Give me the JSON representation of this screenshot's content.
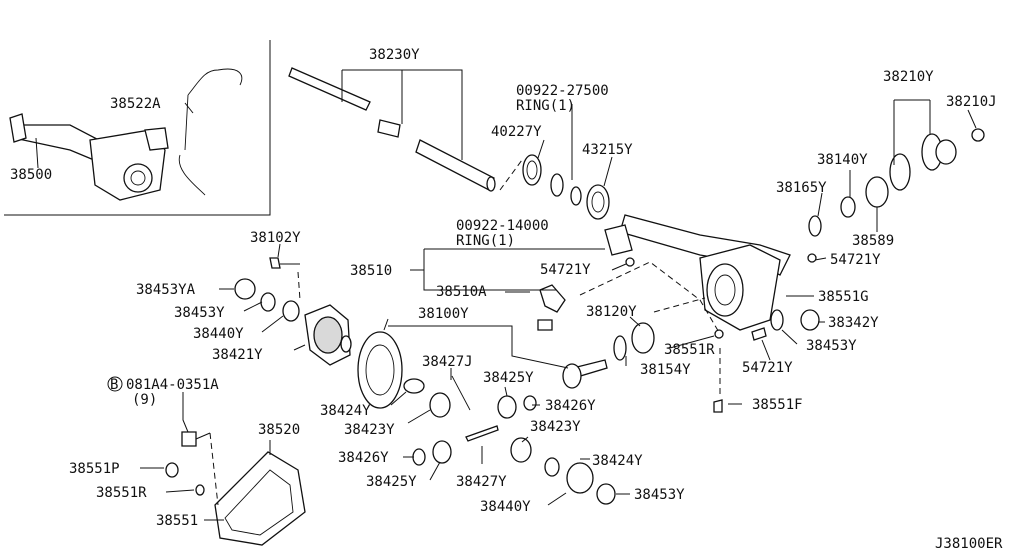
{
  "labels": {
    "l38230Y": "38230Y",
    "l38522A": "38522A",
    "l38500": "38500",
    "l00922_27500": "00922-27500",
    "ring1a": "RING(1)",
    "l40227Y": "40227Y",
    "l43215Y": "43215Y",
    "l38210Y": "38210Y",
    "l38210J": "38210J",
    "l38140Y": "38140Y",
    "l38165Y": "38165Y",
    "l38589": "38589",
    "l00922_14000": "00922-14000",
    "ring1b": "RING(1)",
    "l38102Y": "38102Y",
    "l38510": "38510",
    "l54721Y_a": "54721Y",
    "l54721Y_b": "54721Y",
    "l38453YA": "38453YA",
    "l38453Y_a": "38453Y",
    "l38440Y_a": "38440Y",
    "l38421Y": "38421Y",
    "l38510A": "38510A",
    "l38100Y": "38100Y",
    "l38120Y": "38120Y",
    "l38551G": "38551G",
    "l38342Y": "38342Y",
    "l38453Y_b": "38453Y",
    "l38551R_a": "38551R",
    "l38154Y": "38154Y",
    "l54721Y_c": "54721Y",
    "l081A4": "081A4-0351A",
    "bolt_qty": "(9)",
    "bolt_mark": "B",
    "l38427J": "38427J",
    "l38425Y_a": "38425Y",
    "l38424Y_a": "38424Y",
    "l38426Y_a": "38426Y",
    "l38423Y_a": "38423Y",
    "l38551F": "38551F",
    "l38520": "38520",
    "l38423Y_b": "38423Y",
    "l38426Y_b": "38426Y",
    "l38424Y_b": "38424Y",
    "l38551P": "38551P",
    "l38425Y_b": "38425Y",
    "l38427Y": "38427Y",
    "l38551R_b": "38551R",
    "l38440Y_b": "38440Y",
    "l38453Y_c": "38453Y",
    "l38551": "38551",
    "diagram_code": "J38100ER"
  }
}
